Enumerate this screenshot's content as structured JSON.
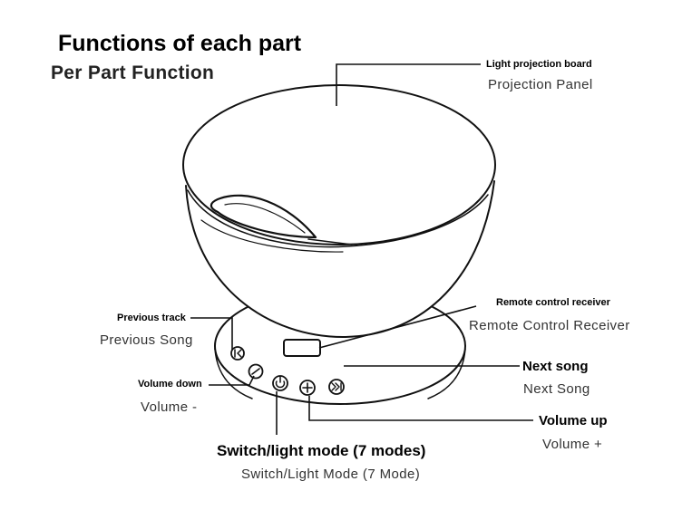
{
  "titles": {
    "main": "Functions of each part",
    "sub": "Per Part Function"
  },
  "callouts": {
    "projection_panel": {
      "label": "Light projection board",
      "translation": "Projection Panel"
    },
    "remote_receiver": {
      "label": "Remote control receiver",
      "translation": "Remote Control Receiver"
    },
    "previous_track": {
      "label": "Previous track",
      "translation": "Previous Song"
    },
    "next_song": {
      "label": "Next song",
      "translation": "Next Song"
    },
    "volume_down": {
      "label": "Volume down",
      "translation": "Volume -"
    },
    "volume_up": {
      "label": "Volume up",
      "translation": "Volume +"
    },
    "switch_mode": {
      "label": "Switch/light mode (7 modes)",
      "translation": "Switch/Light Mode (7 Mode)"
    }
  },
  "icons": {
    "previous": "previous-track-icon",
    "volume_down": "minus-icon",
    "power": "power-icon",
    "volume_up": "plus-icon",
    "next": "next-track-icon"
  },
  "colors": {
    "ink": "#111111",
    "background": "#ffffff"
  }
}
